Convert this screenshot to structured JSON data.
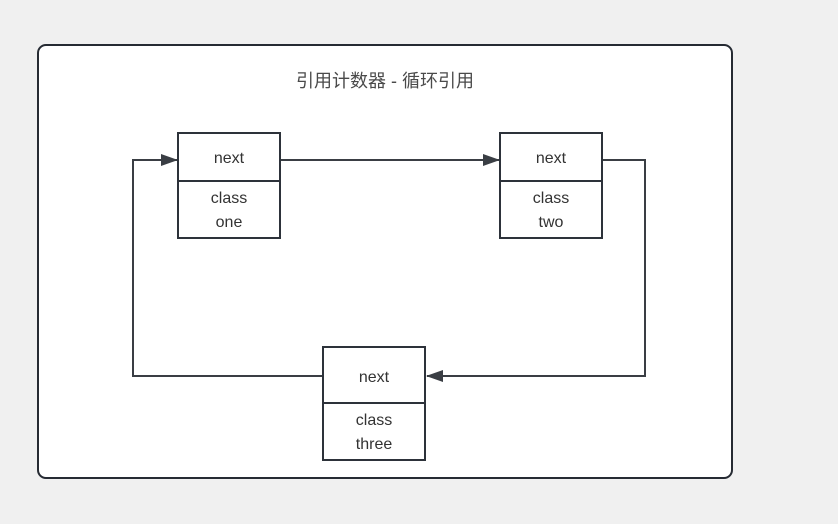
{
  "page": {
    "background": "#f0f0f0"
  },
  "diagram": {
    "title": "引用计数器 - 循环引用",
    "colors": {
      "page_bg": "#f0f0f0",
      "canvas_fill": "#ffffff",
      "frame_border": "#262b33",
      "node_border": "#2d323a",
      "edge": "#3a3e44",
      "text": "#333333",
      "title_text": "#4a4a4a"
    },
    "nodes": [
      {
        "id": "class-one",
        "pointer_label": "next",
        "class_lines": [
          "class",
          "one"
        ]
      },
      {
        "id": "class-two",
        "pointer_label": "next",
        "class_lines": [
          "class",
          "two"
        ]
      },
      {
        "id": "class-three",
        "pointer_label": "next",
        "class_lines": [
          "class",
          "three"
        ]
      }
    ],
    "edges": [
      {
        "from": "class-one",
        "via": "next",
        "to": "class-two"
      },
      {
        "from": "class-two",
        "via": "next",
        "to": "class-three"
      },
      {
        "from": "class-three",
        "via": "next",
        "to": "class-one"
      }
    ]
  }
}
